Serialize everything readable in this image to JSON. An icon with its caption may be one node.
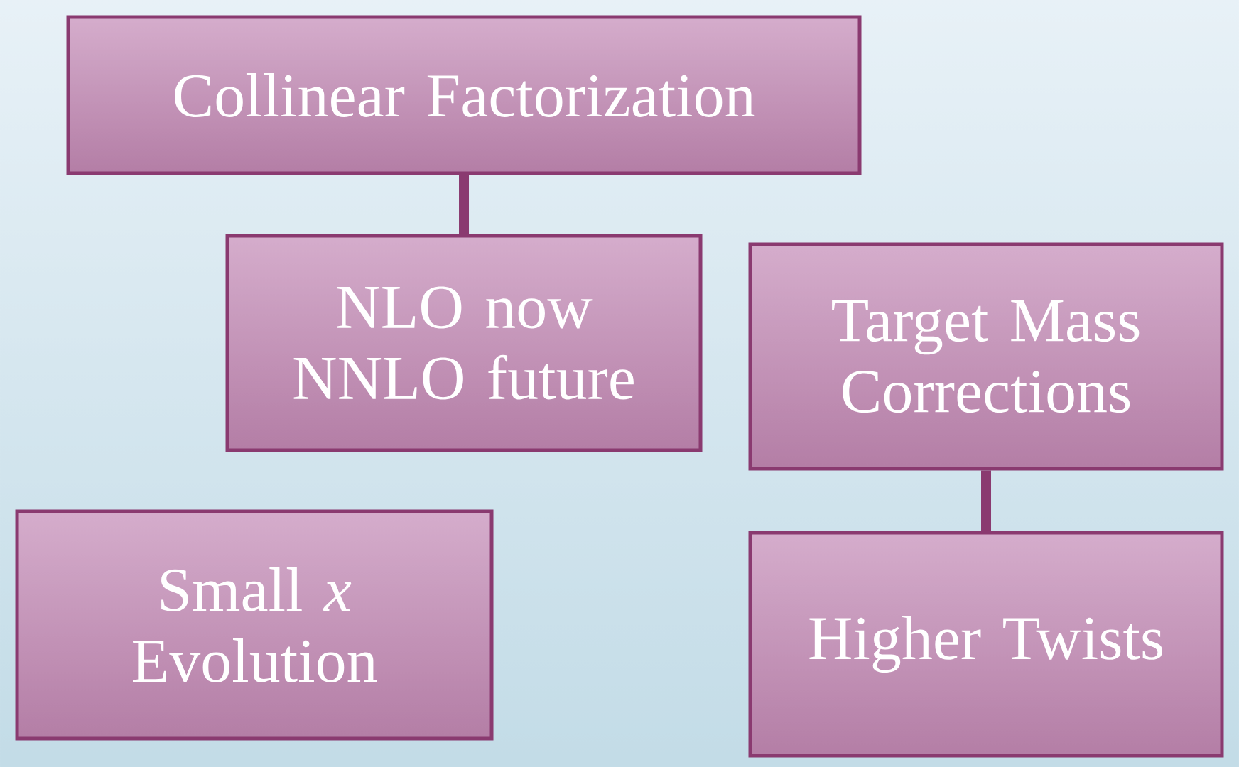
{
  "diagram": {
    "nodes": [
      {
        "text": [
          "Collinear Factorization"
        ]
      },
      {
        "text": [
          "NLO now NNLO future"
        ]
      },
      {
        "text": [
          "Target Mass Corrections"
        ]
      },
      {
        "text": [
          "Small *x* Evolution"
        ]
      },
      {
        "text": [
          "Higher Twists"
        ]
      }
    ],
    "edges": [
      {
        "from": 0,
        "to": 1,
        "arrow": "none"
      },
      {
        "from": 2,
        "to": 4,
        "arrow": "none"
      }
    ]
  }
}
